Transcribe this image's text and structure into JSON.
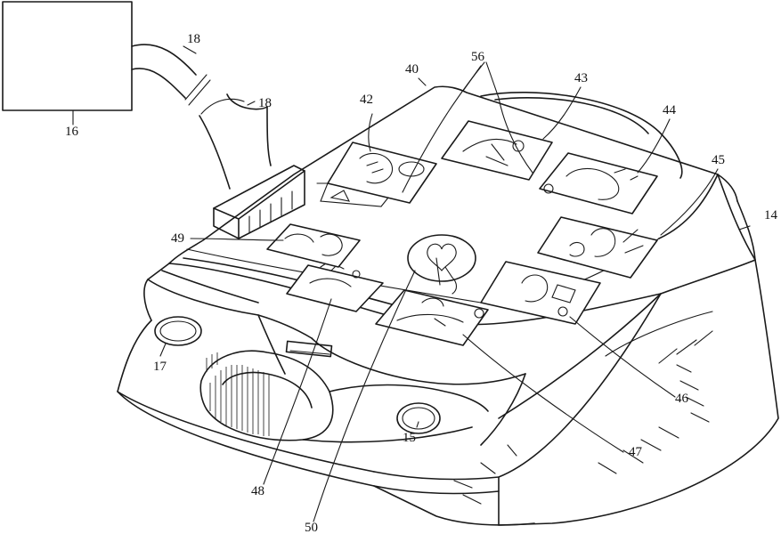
{
  "labels": {
    "l18a": "18",
    "l18b": "18",
    "l16": "16",
    "l40": "40",
    "l56": "56",
    "l43": "43",
    "l42": "42",
    "l44": "44",
    "l45": "45",
    "l14": "14",
    "l49": "49",
    "l17": "17",
    "l15": "15",
    "l46": "46",
    "l47": "47",
    "l48": "48",
    "l50": "50"
  }
}
